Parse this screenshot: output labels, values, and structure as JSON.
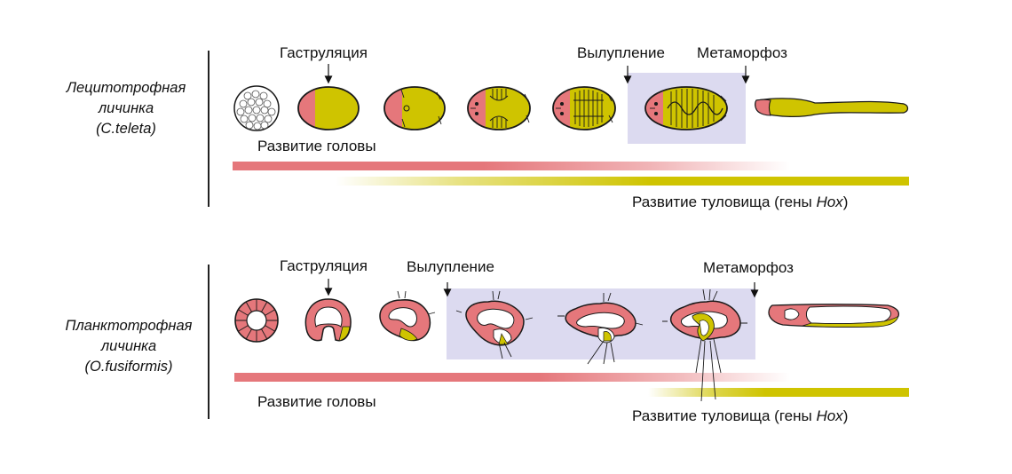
{
  "colors": {
    "head": "#e5777b",
    "trunk": "#cfc400",
    "highlight": "#dcdaf0",
    "outline": "#1a1a1a"
  },
  "lecitho": {
    "label_lines": [
      "Лецитотрофная",
      "личинка",
      "(C.teleta)"
    ],
    "gastrulation": "Гаструляция",
    "hatching": "Вылупление",
    "metamorphosis": "Метаморфоз",
    "head_dev": "Развитие головы",
    "trunk_dev_prefix": "Развитие туловища (гены ",
    "trunk_dev_genes": "Hox",
    "trunk_dev_suffix": ")"
  },
  "plankto": {
    "label_lines": [
      "Планктотрофная",
      "личинка",
      "(O.fusiformis)"
    ],
    "gastrulation": "Гаструляция",
    "hatching": "Вылупление",
    "metamorphosis": "Метаморфоз",
    "head_dev": "Развитие головы",
    "trunk_dev_prefix": "Развитие туловища (гены ",
    "trunk_dev_genes": "Hox",
    "trunk_dev_suffix": ")"
  }
}
